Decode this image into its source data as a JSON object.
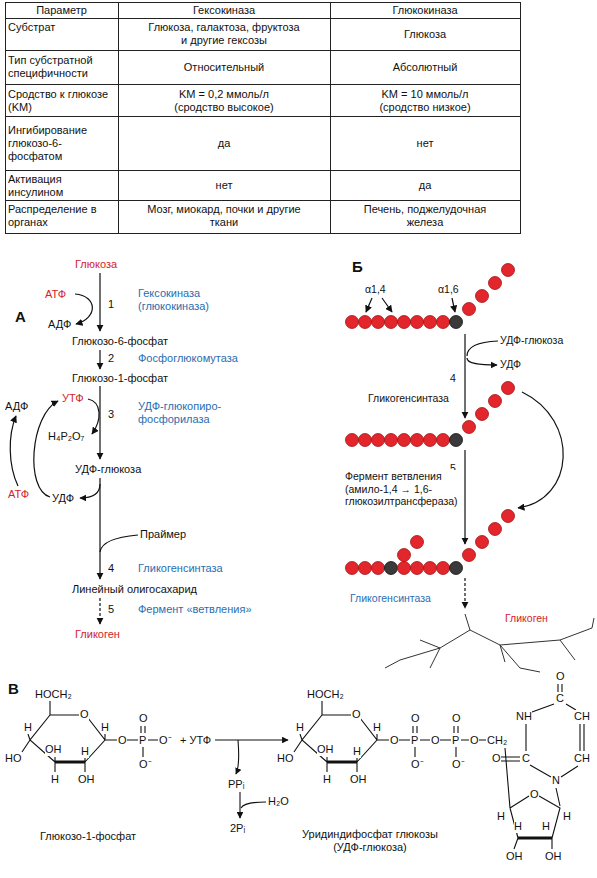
{
  "diagram": {
    "labels": [
      "Параметр",
      "Гексокиназа",
      "Глюкокиназа",
      "Субстрат",
      "Глюкоза, галактоза, фруктоза и другие гексозы",
      "Глюкоза",
      "Тип субстратной специфичности",
      "Относительный",
      "Абсолютный",
      "Сродство к глюкозе (KM)",
      "KM = 0,2 ммоль/л (сродство высокое)",
      "KM = 10 ммоль/л (сродство низкое)",
      "Ингибирование глюкозо-6-фосфатом",
      "да",
      "нет",
      "Активация инсулином",
      "нет",
      "да",
      "Распределение в органах",
      "Мозг, миокард, почки и другие ткани",
      "Печень, поджелудочная железа",
      "А",
      "Глюкоза",
      "АТФ",
      "АДФ",
      "1",
      "Гексокиназа (глюкокиназа)",
      "Глюкозо-6-фосфат",
      "2",
      "Фосфоглюкомутаза",
      "Глюкозо-1-фосфат",
      "АДФ",
      "УТФ",
      "3",
      "УДФ-глюкопиро-фосфорилаза",
      "H₄P₂O₇",
      "УДФ-глюкоза",
      "АТФ",
      "УДФ",
      "Праймер",
      "4",
      "Гликогенсинтаза",
      "Линейный олигосахарид",
      "5",
      "Фермент «ветвления»",
      "Гликоген",
      "Б",
      "α1,4",
      "α1,6",
      "УДФ-глюкоза",
      "4",
      "Гликогенсинтаза",
      "УДФ",
      "5",
      "Фермент ветвления (амило-1,4 → 1,6-глюкозилтрансфераза)",
      "Гликогенсинтаза",
      "Гликоген",
      "В",
      "HOCH₂",
      "O",
      "H",
      "HO",
      "OH",
      "H",
      "H",
      "OH",
      "H",
      "O",
      "P",
      "O",
      "O⁻",
      "O⁻",
      "+ УТФ",
      "PPᵢ",
      "H₂O",
      "2Pᵢ",
      "Глюкозо-1-фосфат",
      "HOCH₂",
      "O",
      "H",
      "HO",
      "OH",
      "H",
      "H",
      "OH",
      "H",
      "O",
      "P",
      "O",
      "O⁻",
      "O",
      "P",
      "O",
      "O⁻",
      "O",
      "CH₂",
      "Уридиндифосфат глюкозы (УДФ-глюкоза)",
      "O",
      "C",
      "NH",
      "CH",
      "O",
      "C",
      "CH",
      "N",
      "O",
      "H",
      "H",
      "H",
      "H",
      "OH",
      "OH"
    ]
  }
}
